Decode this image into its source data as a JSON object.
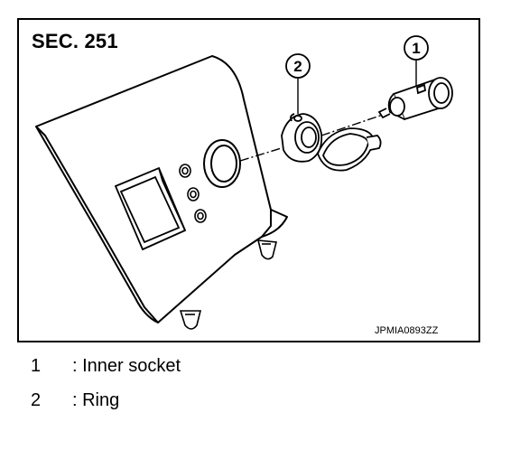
{
  "figure": {
    "section_label": "SEC. 251",
    "figure_code": "JPMIA0893ZZ",
    "callouts": [
      {
        "id": "1",
        "target": "inner-socket"
      },
      {
        "id": "2",
        "target": "ring"
      }
    ]
  },
  "legend": {
    "items": [
      {
        "number": "1",
        "description": ": Inner socket"
      },
      {
        "number": "2",
        "description": ": Ring"
      }
    ]
  }
}
